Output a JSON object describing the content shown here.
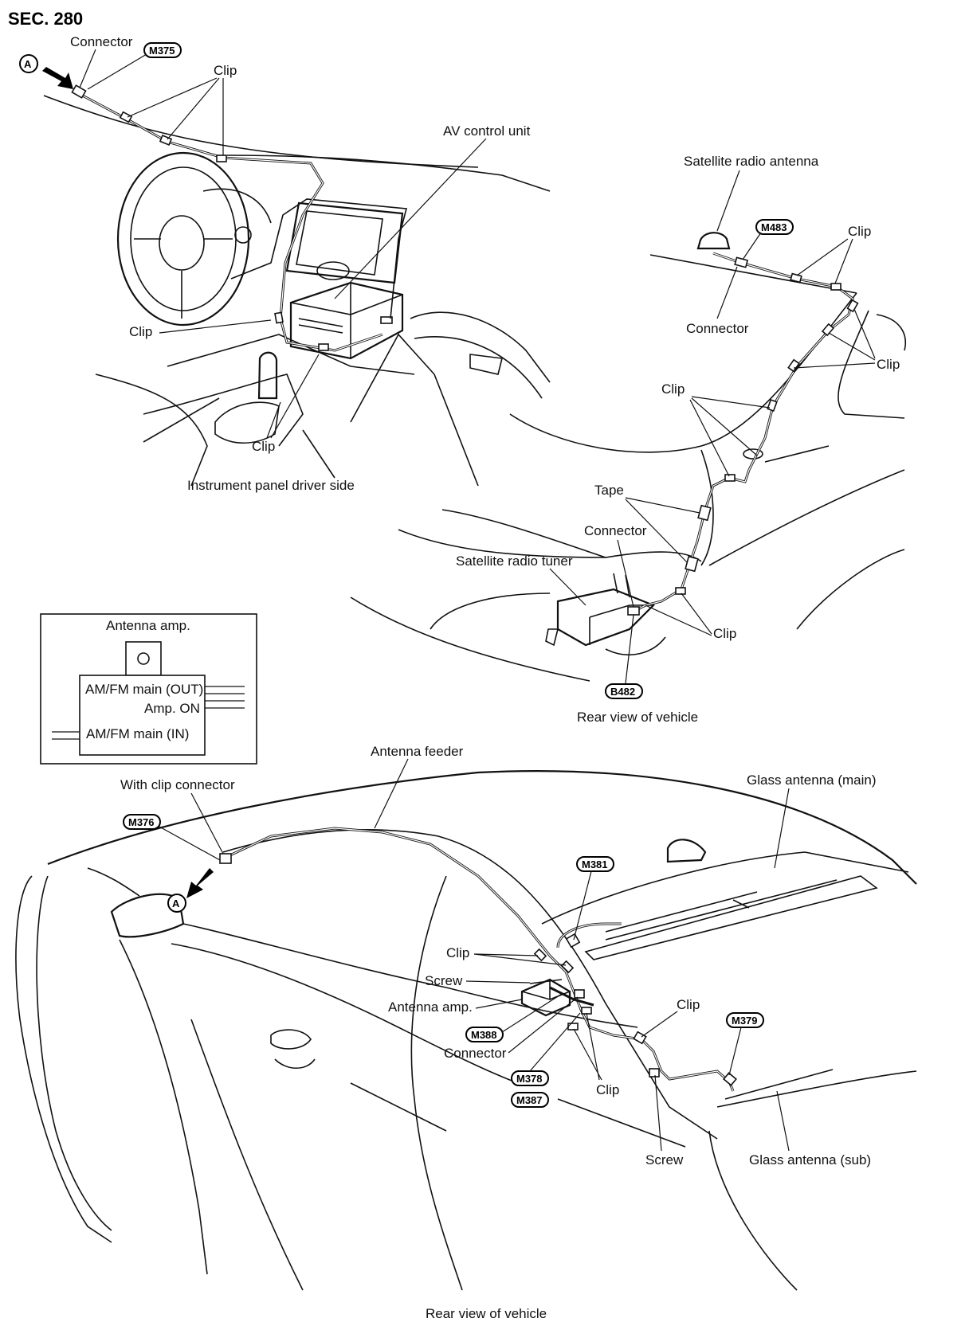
{
  "section_title": "SEC. 280",
  "top_left": {
    "connector_label": "Connector",
    "connector_code": "M375",
    "view_marker": "A",
    "clip_label_top": "Clip",
    "av_unit_label": "AV control unit",
    "clip_label_left": "Clip",
    "clip_label_bottom": "Clip",
    "caption": "Instrument panel driver side"
  },
  "top_right": {
    "antenna_label": "Satellite radio antenna",
    "antenna_connector_code": "M483",
    "clip_label_1": "Clip",
    "connector_label": "Connector",
    "clip_label_2": "Clip",
    "clip_label_3": "Clip",
    "tape_label": "Tape",
    "connector_label_2": "Connector",
    "tuner_label": "Satellite radio tuner",
    "clip_label_4": "Clip",
    "tuner_connector_code": "B482",
    "caption": "Rear view of vehicle"
  },
  "inset": {
    "title": "Antenna amp.",
    "terminals": [
      "AM/FM main (OUT)",
      "Amp. ON",
      "AM/FM main (IN)"
    ]
  },
  "bottom": {
    "feeder_label": "Antenna feeder",
    "clip_connector_label": "With clip connector",
    "clip_connector_code": "M376",
    "view_marker": "A",
    "glass_main_label": "Glass antenna (main)",
    "glass_main_code": "M381",
    "clip_label_a": "Clip",
    "screw_label_a": "Screw",
    "amp_label": "Antenna amp.",
    "amp_code": "M388",
    "connector_label": "Connector",
    "code_lower_1": "M378",
    "code_lower_2": "M387",
    "clip_label_b": "Clip",
    "clip_label_c": "Clip",
    "glass_sub_code": "M379",
    "screw_label_b": "Screw",
    "glass_sub_label": "Glass antenna (sub)",
    "caption": "Rear view of vehicle"
  }
}
